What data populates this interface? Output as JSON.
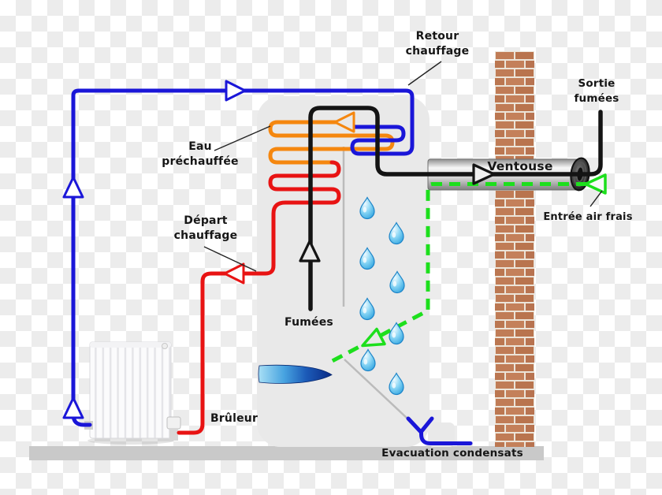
{
  "diagram": {
    "type": "condensing-boiler-schematic",
    "labels": {
      "retour_chauffage": {
        "line1": "Retour",
        "line2": "chauffage"
      },
      "sortie_fumees": {
        "line1": "Sortie",
        "line2": "fumées"
      },
      "eau_prechauffee": {
        "line1": "Eau",
        "line2": "préchauffée"
      },
      "depart_chauffage": {
        "line1": "Départ",
        "line2": "chauffage"
      },
      "ventouse": "Ventouse",
      "entree_air_frais": "Entrée air frais",
      "fumees": "Fumées",
      "bruleur": "Brûleur",
      "evacuation_condensats": "Evacuation condensats"
    },
    "colors": {
      "heating_return_blue": "#1a16d8",
      "heating_supply_red": "#e81313",
      "preheated_water_orange": "#f5870f",
      "fresh_air_green": "#1ddf1d",
      "flue_black": "#141414",
      "condensate_gray": "#bbbbbb",
      "boiler_body_gray": "#e9e9e9",
      "floor_gray": "#c9c9c9",
      "brick": "#c07c56",
      "mortar": "#ece4d8",
      "droplet_blue": "#5bc2ee"
    },
    "condensate_drop_count": 8
  }
}
